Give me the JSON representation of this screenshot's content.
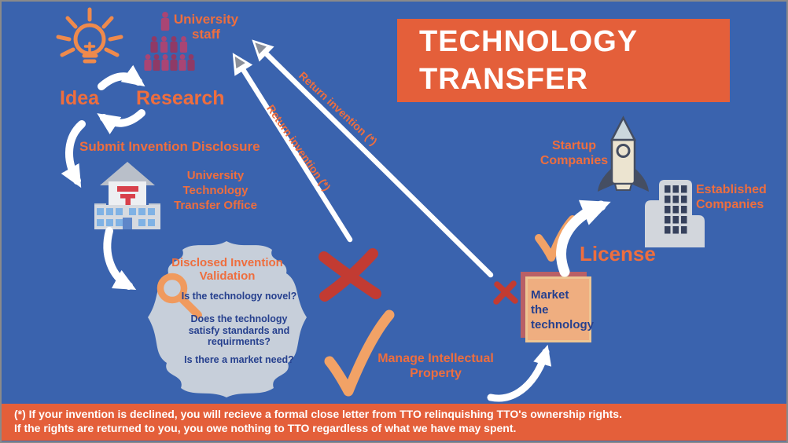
{
  "colors": {
    "background": "#3A63AE",
    "orange_text": "#EE6E3E",
    "orange_box": "#E45F3A",
    "navy_text": "#26408E",
    "maroon_people": "#A94574",
    "red_x": "#C23B32",
    "validation_blob_gray": "#C7CFDA",
    "market_box_fill": "#EFAE80",
    "checkmark_orange": "#F2A266",
    "arrow_white": "#FFFFFF"
  },
  "title": {
    "line1": "TECHNOLOGY",
    "line2": "TRANSFER"
  },
  "staff": {
    "line1": "University",
    "line2": "staff",
    "icon": "people-pyramid-icon"
  },
  "cycle": {
    "idea": "Idea",
    "research": "Research",
    "idea_icon": "lightbulb-icon",
    "cycle_icon": "cycle-arrows-icon"
  },
  "submit_label": "Submit Invention Disclosure",
  "tto": {
    "line1": "University",
    "line2": "Technology",
    "line3": "Transfer Office",
    "icon": "post-office-building-icon"
  },
  "validation": {
    "title_line1": "Disclosed Invention",
    "title_line2": "Validation",
    "icon": "magnifier-icon",
    "questions": [
      "Is the technology novel?",
      "Does the technology satisfy standards and requirments?",
      "Is there a market need?"
    ]
  },
  "return_arrow_lower": {
    "label": "Return invention (*)"
  },
  "return_arrow_upper": {
    "label": "Return invention (*)"
  },
  "manage_ip": {
    "line1": "Manage Intellectual",
    "line2": "Property",
    "icon": "checkmark-icon"
  },
  "market_box": {
    "line1": "Market the",
    "line2": "technology"
  },
  "license": {
    "label": "License",
    "icon": "checkmark-icon"
  },
  "startup": {
    "line1": "Startup",
    "line2": "Companies",
    "icon": "rocket-icon"
  },
  "established": {
    "line1": "Established",
    "line2": "Companies",
    "icon": "office-building-icon"
  },
  "footer": {
    "line1": "(*) If your invention is declined, you will recieve a formal close letter from TTO relinquishing TTO's ownership rights.",
    "line2": "If the rights are returned to you, you owe nothing to TTO regardless of what we have may spent."
  }
}
